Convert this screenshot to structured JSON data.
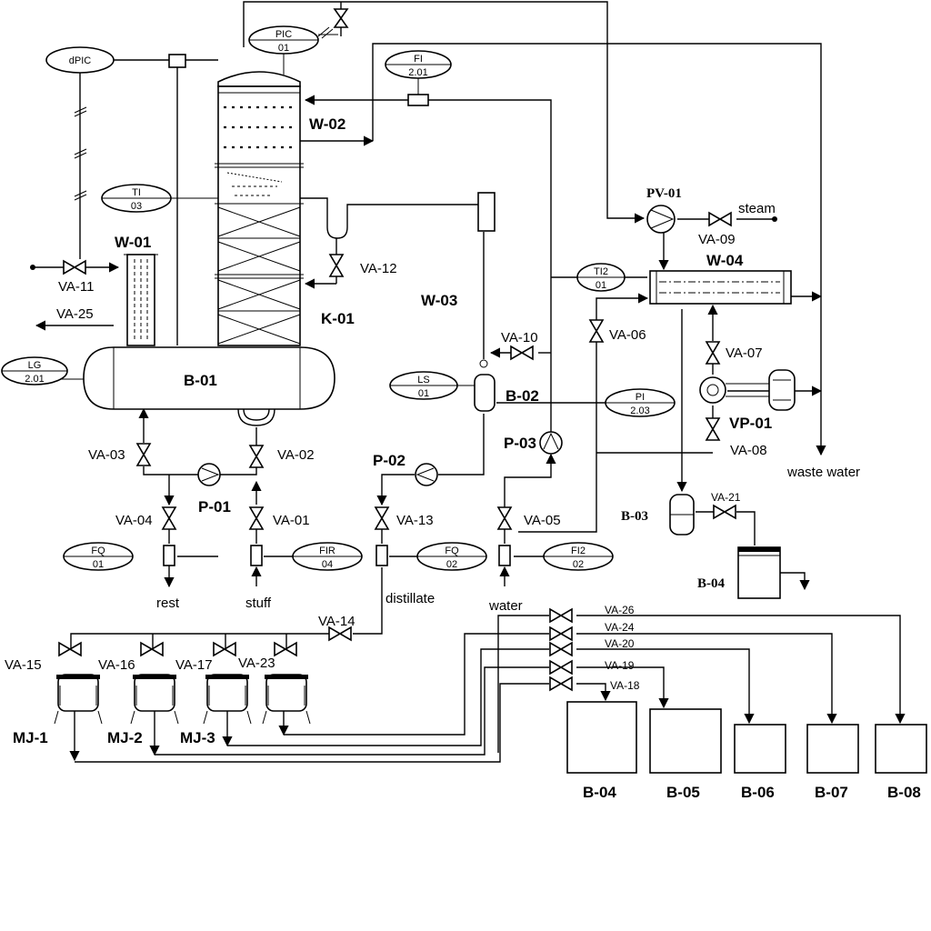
{
  "equipment": {
    "w01": "W-01",
    "w02": "W-02",
    "w03": "W-03",
    "w04": "W-04",
    "k01": "K-01",
    "b01": "B-01",
    "b02": "B-02",
    "b03": "B-03",
    "b04_small": "B-04",
    "p01": "P-01",
    "p02": "P-02",
    "p03": "P-03",
    "pv01": "PV-01",
    "vp01": "VP-01"
  },
  "instruments": [
    {
      "top": "dPIC",
      "bottom": ""
    },
    {
      "top": "PIC",
      "bottom": "01"
    },
    {
      "top": "FI",
      "bottom": "2.01"
    },
    {
      "top": "TI",
      "bottom": "03"
    },
    {
      "top": "TI2",
      "bottom": "01"
    },
    {
      "top": "LG",
      "bottom": "2.01"
    },
    {
      "top": "LS",
      "bottom": "01"
    },
    {
      "top": "PI",
      "bottom": "2.03"
    },
    {
      "top": "FQ",
      "bottom": "01"
    },
    {
      "top": "FIR",
      "bottom": "04"
    },
    {
      "top": "FQ",
      "bottom": "02"
    },
    {
      "top": "FI2",
      "bottom": "02"
    }
  ],
  "valves": {
    "va01": "VA-01",
    "va02": "VA-02",
    "va03": "VA-03",
    "va04": "VA-04",
    "va05": "VA-05",
    "va06": "VA-06",
    "va07": "VA-07",
    "va08": "VA-08",
    "va09": "VA-09",
    "va10": "VA-10",
    "va11": "VA-11",
    "va12": "VA-12",
    "va13": "VA-13",
    "va14": "VA-14",
    "va15": "VA-15",
    "va16": "VA-16",
    "va17": "VA-17",
    "va18": "VA-18",
    "va19": "VA-19",
    "va20": "VA-20",
    "va21": "VA-21",
    "va23": "VA-23",
    "va24": "VA-24",
    "va25": "VA-25",
    "va26": "VA-26"
  },
  "streams": {
    "steam": "steam",
    "waste_water": "waste water",
    "rest": "rest",
    "stuff": "stuff",
    "distillate": "distillate",
    "water": "water"
  },
  "receivers": [
    "MJ-1",
    "MJ-2",
    "MJ-3"
  ],
  "tanks": [
    "B-04",
    "B-05",
    "B-06",
    "B-07",
    "B-08"
  ]
}
